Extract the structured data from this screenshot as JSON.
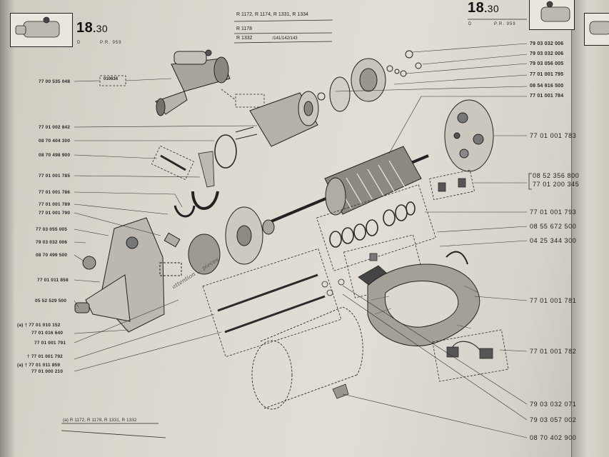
{
  "header_left": {
    "title": "18",
    "dot": ".",
    "subtitle": "30",
    "code_d": "D",
    "code_pr": "P.R. 959"
  },
  "header_right": {
    "title": "18",
    "dot": ".",
    "subtitle": "30",
    "code_d": "D",
    "code_pr": "P.R. 959"
  },
  "models": {
    "line1": "R 1172, R 1174, R 1331, R 1334",
    "line2": "R 1178",
    "line3": "R 1332",
    "line3_suffix": "/141/142/143"
  },
  "inline_label": "010634",
  "left_parts": [
    "77 00 535 048",
    "77 01 002 842",
    "08 70 404 300",
    "08 70 498 900",
    "77 01 001 785",
    "77 01 001 786",
    "77 01 001 789",
    "77 01 001 790",
    "77 03 055 005",
    "79 03 032 006",
    "08 70 499 500",
    "77 01 011 858",
    "05 52 529 500",
    "(a) † 77 01 010 152",
    "77 01 016 640",
    "77 01 001 791",
    "† 77 01 001 792",
    "(a) † 77 01 011 859",
    "77 01 000 210"
  ],
  "right_top_parts": [
    "79 03 032 006",
    "79 03 032 006",
    "79 03 056 005",
    "77 01 001 795",
    "08 54 916 500",
    "77 01 001 784"
  ],
  "right_parts": {
    "p783": "77 01 001 783",
    "p356_a": "08 52 356 800",
    "p356_b": "77 01 200 345",
    "p793": "77 01 001 793",
    "p672": "08 55 672 500",
    "p344": "04 25 344 300",
    "p781": "77 01 001 781",
    "p782": "77 01 001 782",
    "p071": "79 03 032 071",
    "p002": "79 03 057 002",
    "p900": "08 70 402 900"
  },
  "footnote": "(a)  R 1172, R 1178, R 1331, R 1332",
  "handwriting": "attention ... pieces"
}
